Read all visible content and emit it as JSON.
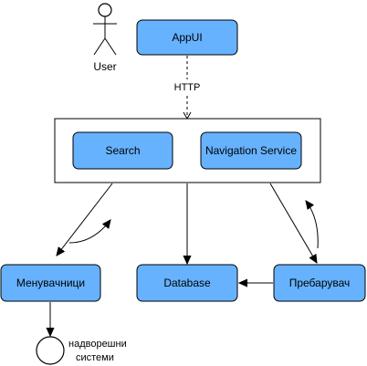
{
  "colors": {
    "node_fill": "#66b2ff",
    "stroke": "#000000",
    "background": "#ffffff"
  },
  "actor": {
    "label": "User",
    "icon": "stick-figure-icon"
  },
  "nodes": {
    "appui": "AppUI",
    "search": "Search",
    "navigation_service": "Navigation Service",
    "menuvachnici": "Менувачници",
    "database": "Database",
    "prebaruvach": "Пребарувач"
  },
  "edges": {
    "http_label": "HTTP"
  },
  "external": {
    "label_line1": "надворешни",
    "label_line2": "системи",
    "icon": "circle-terminal-icon"
  }
}
